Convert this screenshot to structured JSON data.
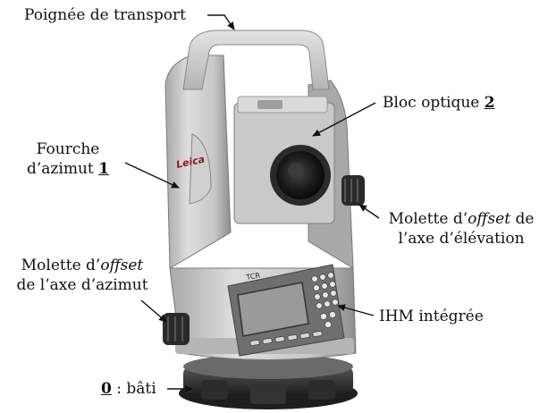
{
  "labels": {
    "handle": {
      "text": "Poignée de transport"
    },
    "fork": {
      "line1": "Fourche",
      "line2_text": "d’azimut",
      "number": "1"
    },
    "optical_block": {
      "text": "Bloc optique",
      "number": "2"
    },
    "elevation_knob": {
      "line1_pre": "Molette d’",
      "line1_em": "offset",
      "line1_post": " de",
      "line2": "l’axe d’élévation"
    },
    "azimuth_knob": {
      "line1_pre": "Molette d’",
      "line1_em": "offset",
      "line2": "de l’axe d’azimut"
    },
    "hmi": {
      "text": "IHM intégrée"
    },
    "base": {
      "number": "0",
      "text": " : bâti"
    }
  },
  "device": {
    "brand_text": "Leica",
    "model_text": "TCR"
  },
  "colors": {
    "body_light": "#d9d9d9",
    "body_mid": "#bdbdbd",
    "body_dark": "#8f8f8f",
    "metal_dark": "#3a3a3a",
    "lens_black": "#151515",
    "screen": "#9a9a9a",
    "arrow": "#111111"
  }
}
